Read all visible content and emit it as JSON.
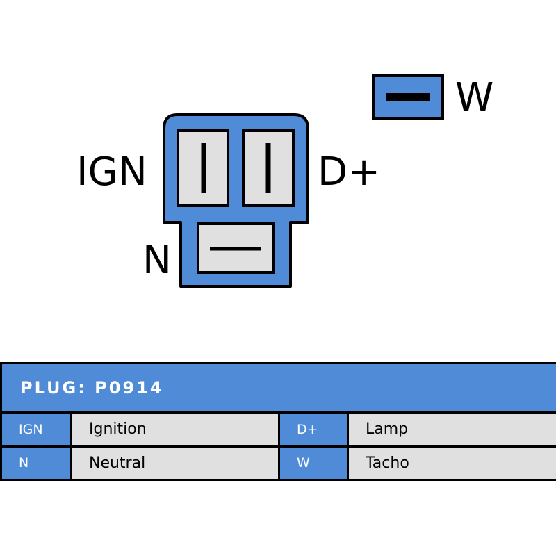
{
  "diagram": {
    "pins": {
      "ign": "IGN",
      "dplus": "D+",
      "n": "N",
      "w": "W"
    },
    "colors": {
      "housing": "#4f8bd7",
      "terminal": "#e0e0e0",
      "outline": "#000000"
    }
  },
  "table": {
    "header": "PLUG: P0914",
    "rows": [
      {
        "code1": "IGN",
        "desc1": "Ignition",
        "code2": "D+",
        "desc2": "Lamp"
      },
      {
        "code1": "N",
        "desc1": "Neutral",
        "code2": "W",
        "desc2": "Tacho"
      }
    ]
  }
}
